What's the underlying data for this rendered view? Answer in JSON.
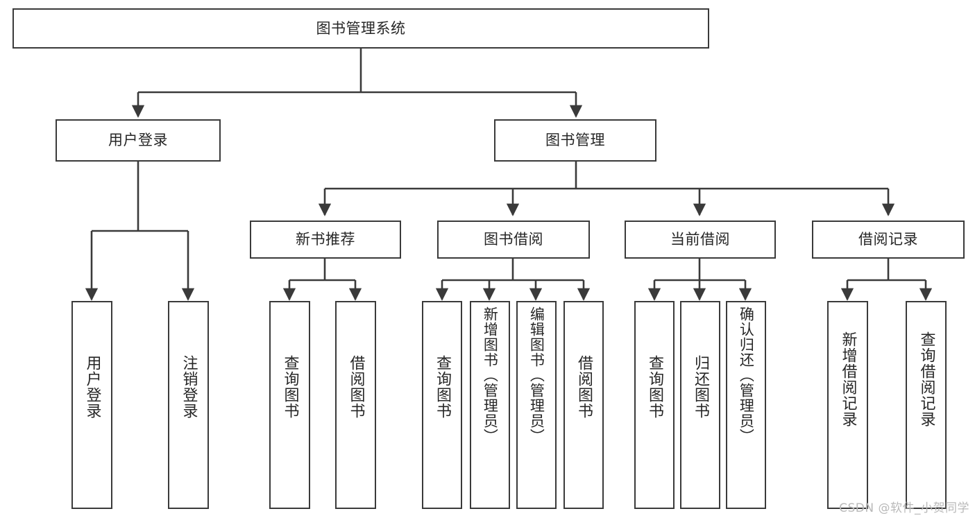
{
  "diagram": {
    "title": "图书管理系统",
    "type": "tree-hierarchy",
    "root": {
      "id": "root",
      "label": "图书管理系统"
    },
    "level2": [
      {
        "id": "user-login",
        "label": "用户登录"
      },
      {
        "id": "book-management",
        "label": "图书管理"
      }
    ],
    "level3": [
      {
        "id": "new-book-recommend",
        "label": "新书推荐",
        "parent": "book-management"
      },
      {
        "id": "book-borrow",
        "label": "图书借阅",
        "parent": "book-management"
      },
      {
        "id": "current-borrow",
        "label": "当前借阅",
        "parent": "book-management"
      },
      {
        "id": "borrow-record",
        "label": "借阅记录",
        "parent": "book-management"
      }
    ],
    "leaves": {
      "user_login": [
        {
          "id": "leaf-user-login",
          "label": "用户登录"
        },
        {
          "id": "leaf-user-logout",
          "label": "注销登录"
        }
      ],
      "new_book_recommend": [
        {
          "id": "leaf-query-book-1",
          "label": "查询图书"
        },
        {
          "id": "leaf-borrow-book-1",
          "label": "借阅图书"
        }
      ],
      "book_borrow": [
        {
          "id": "leaf-query-book-2",
          "label": "查询图书"
        },
        {
          "id": "leaf-add-book",
          "label": "新增图书（管理员）"
        },
        {
          "id": "leaf-edit-book",
          "label": "编辑图书（管理员）"
        },
        {
          "id": "leaf-borrow-book-2",
          "label": "借阅图书"
        }
      ],
      "current_borrow": [
        {
          "id": "leaf-query-book-3",
          "label": "查询图书"
        },
        {
          "id": "leaf-return-book",
          "label": "归还图书"
        },
        {
          "id": "leaf-confirm-return",
          "label": "确认归还（管理员）"
        }
      ],
      "borrow_record": [
        {
          "id": "leaf-add-record",
          "label": "新增借阅记录"
        },
        {
          "id": "leaf-query-record",
          "label": "查询借阅记录"
        }
      ]
    },
    "colors": {
      "stroke": "#3a3a3a",
      "fill": "#ffffff",
      "text": "#262626",
      "watermark": "#b9b9b9"
    }
  },
  "watermark": {
    "text": "CSDN @软件_小贺同学"
  }
}
